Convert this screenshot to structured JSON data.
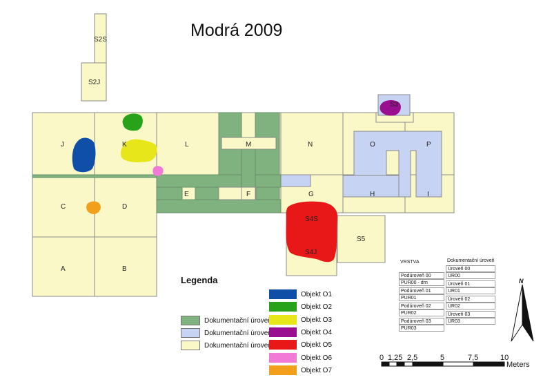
{
  "title": "Modrá 2009",
  "grid_labels": {
    "J": "J",
    "K": "K",
    "L": "L",
    "M": "M",
    "N": "N",
    "O": "O",
    "P": "P",
    "C": "C",
    "D": "D",
    "E": "E",
    "F": "F",
    "G": "G",
    "H": "H",
    "I": "I",
    "A": "A",
    "B": "B",
    "S2S": "S2S",
    "S2J": "S2J",
    "S3": "S3",
    "S4S": "S4S",
    "S4J": "S4J",
    "S5": "S5"
  },
  "legend": {
    "title": "Legenda",
    "levels": [
      {
        "label": "Dokumentační úroveň 01",
        "color": "#7fb27f"
      },
      {
        "label": "Dokumentační úroveň 02",
        "color": "#c6d3f2"
      },
      {
        "label": "Dokumentační úroveň 03",
        "color": "#fbf8c8"
      }
    ],
    "objects": [
      {
        "label": "Objekt O1",
        "color": "#0f4fa8"
      },
      {
        "label": "Objekt O2",
        "color": "#27a21a"
      },
      {
        "label": "Objekt O3",
        "color": "#e6e61a"
      },
      {
        "label": "Objekt O4",
        "color": "#9a0f8f"
      },
      {
        "label": "Objekt O5",
        "color": "#e81818"
      },
      {
        "label": "Objekt O6",
        "color": "#f07ad6"
      },
      {
        "label": "Objekt O7",
        "color": "#f2a01c"
      }
    ]
  },
  "layers_table": {
    "col1_header": "VRSTVA",
    "col2_header": "Dokumentační úroveň",
    "col1": [
      "Podúroveň 00",
      "PUR00 - drn",
      "Podúroveň 01",
      "PUR01",
      "Podúroveň 02",
      "PUR02",
      "Podúroveň 03",
      "PUR03"
    ],
    "col2": [
      "Úroveň 00",
      "UR00",
      "Úroveň 01",
      "UR01",
      "Úroveň 02",
      "UR02",
      "Úroveň 03",
      "UR03"
    ]
  },
  "scale_bar": {
    "ticks": [
      "0",
      "1,25",
      "2,5",
      "5",
      "7,5",
      "10"
    ],
    "unit": "Meters"
  },
  "north_arrow": "N"
}
